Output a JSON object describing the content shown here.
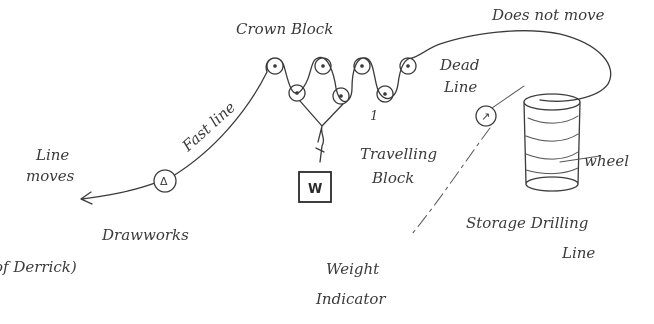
{
  "labels": {
    "crown_block": "Crown Block",
    "does_not_move": "Does not move",
    "dead_line_1": "Dead",
    "dead_line_2": "Line",
    "fast_line": "Fast line",
    "line_moves_1": "Line",
    "line_moves_2": "moves",
    "travelling_block_1": "Travelling",
    "travelling_block_2": "Block",
    "weight_box": "W",
    "wheel": "wheel",
    "drawworks": "Drawworks",
    "storage_drilling_line_1": "Storage Drilling",
    "storage_drilling_line_2": "Line",
    "weight_indicator_1": "Weight",
    "weight_indicator_2": "Indicator",
    "derrick_fragment": "of Derrick)",
    "drawworks_symbol": "Δ",
    "indicator_symbol": "↗",
    "block_mark": "1"
  }
}
